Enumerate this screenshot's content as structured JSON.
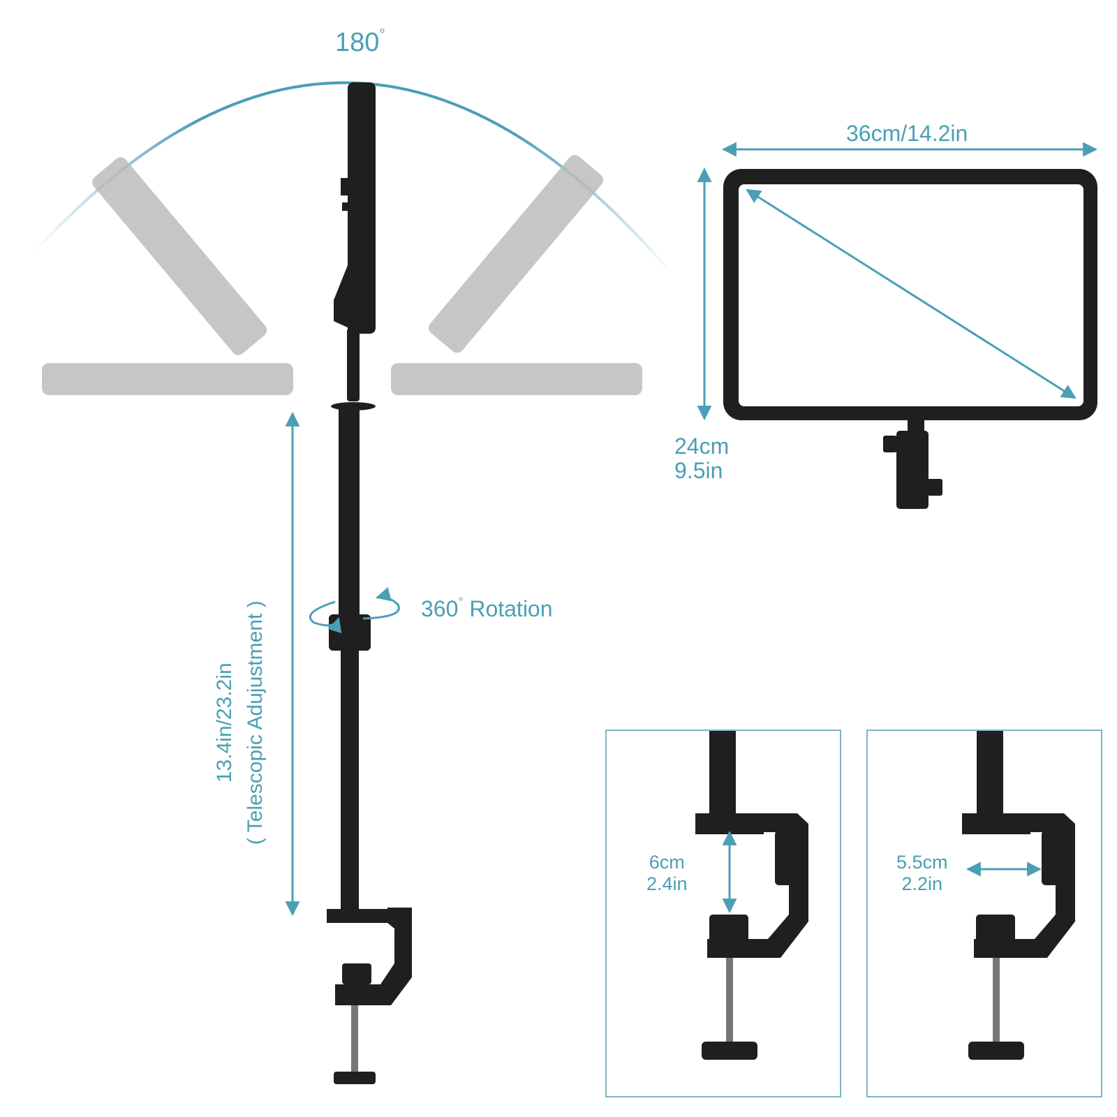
{
  "rotation": {
    "angle_value": "180",
    "degree_mark": "°"
  },
  "panel": {
    "width_label": "36cm/14.2in",
    "height_label_cm": "24cm",
    "height_label_in": "9.5in"
  },
  "arm": {
    "length_label": "13.4in/23.2in",
    "length_note": "( Telescopic Adujustment )",
    "rotation_value": "360",
    "rotation_degree_mark": "°",
    "rotation_text": "Rotation"
  },
  "clamp_vertical": {
    "cm": "6cm",
    "in": "2.4in"
  },
  "clamp_horizontal": {
    "cm": "5.5cm",
    "in": "2.2in"
  },
  "colors": {
    "accent": "#4a9fb5",
    "product": "#1f1f1f",
    "ghost": "#b8b8b8"
  }
}
